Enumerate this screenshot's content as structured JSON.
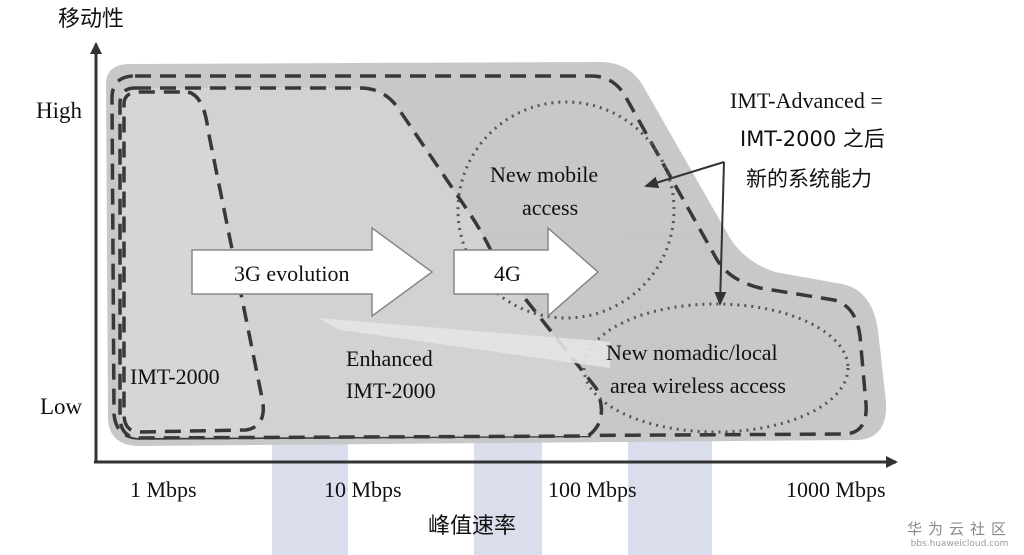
{
  "axes": {
    "y_title": "移动性",
    "y_high": "High",
    "y_low": "Low",
    "x_title": "峰值速率",
    "x_ticks": [
      "1 Mbps",
      "10 Mbps",
      "100 Mbps",
      "1000 Mbps"
    ]
  },
  "regions": {
    "imt2000": "IMT-2000",
    "enhanced_line1": "Enhanced",
    "enhanced_line2": "IMT-2000",
    "new_mobile_line1": "New mobile",
    "new_mobile_line2": "access",
    "nomadic_line1": "New nomadic/local",
    "nomadic_line2": "area wireless access"
  },
  "arrows": {
    "evolution_3g": "3G evolution",
    "evolution_4g": "4G"
  },
  "annotation": {
    "line1": "IMT-Advanced =",
    "line2": "IMT-2000 之后",
    "line3": "新的系统能力"
  },
  "watermark": {
    "brand": "华为云社区",
    "url": "bbs.huaweicloud.com"
  },
  "colors": {
    "outer_region": "#c9c9c9",
    "inner_region": "#d4d4d4",
    "band": "#c7cce0",
    "dash": "#3a3a3a"
  }
}
